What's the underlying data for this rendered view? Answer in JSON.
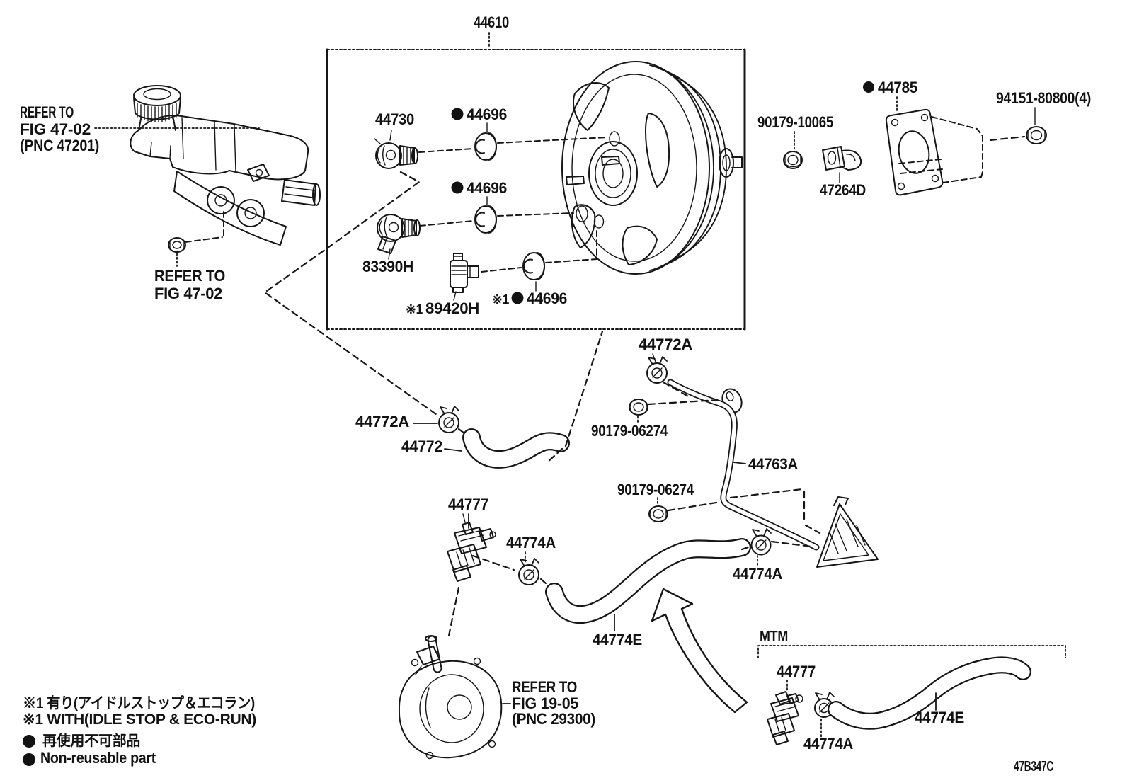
{
  "figure": {
    "code": "47B347C",
    "assembly_label": "44610",
    "transmission_tag": "MTM"
  },
  "labels": {
    "l44610": "44610",
    "l44730": "44730",
    "l44696": "44696",
    "l83390H": "83390H",
    "l89420H": "89420H",
    "l90179_10065": "90179-10065",
    "l47264D": "47264D",
    "l44785": "44785",
    "l94151_80800": "94151-80800(4)",
    "l44772A": "44772A",
    "l44772": "44772",
    "l90179_06274": "90179-06274",
    "l44763A": "44763A",
    "l44777": "44777",
    "l44774A": "44774A",
    "l44774E": "44774E",
    "lMTM": "MTM",
    "lfigcode": "47B347C"
  },
  "markers": {
    "note1": "※1",
    "nonreusable_dot": "●"
  },
  "refs": {
    "master_cylinder": {
      "line1": "REFER TO",
      "line2": "FIG 47-02",
      "line3": "(PNC 47201)"
    },
    "master_cylinder_nut": {
      "line1": "REFER TO",
      "line2": "FIG 47-02"
    },
    "vacuum_pump": {
      "line1": "REFER TO",
      "line2": "FIG 19-05",
      "line3": "(PNC 29300)"
    }
  },
  "legend": {
    "note1_jp": "※1 有り(アイドルストップ＆エコラン)",
    "note1_en": "※1 WITH(IDLE STOP & ECO-RUN)",
    "nonreusable_jp": "再使用不可部品",
    "nonreusable_en": "Non-reusable part"
  }
}
